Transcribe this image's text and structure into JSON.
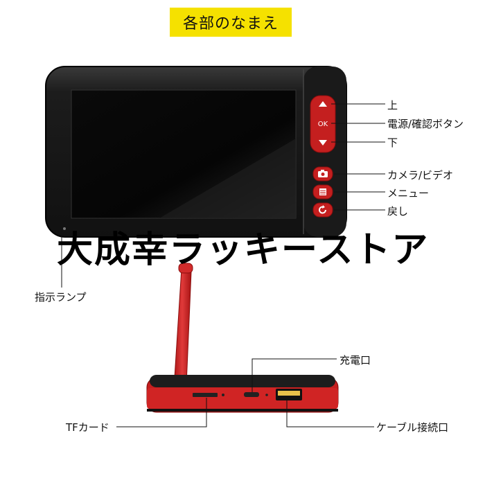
{
  "title": "各部のなまえ",
  "watermark": "大成幸ラッキーストア",
  "labels": {
    "up": "上",
    "power_confirm": "電源/確認ボタン",
    "down": "下",
    "camera_video": "カメラ/ビデオ",
    "menu": "メニュー",
    "back": "戻し",
    "indicator_lamp": "指示ランプ",
    "charge_port": "充電口",
    "tf_card": "TFカード",
    "cable_port": "ケーブル接続口"
  },
  "buttons": {
    "ok": "OK"
  },
  "colors": {
    "accent_red": "#d42a2a",
    "title_bg": "#f5e100",
    "device_body": "#1b1b1b"
  },
  "icons": [
    "up-arrow-icon",
    "down-arrow-icon",
    "camera-icon",
    "menu-icon",
    "return-icon"
  ]
}
